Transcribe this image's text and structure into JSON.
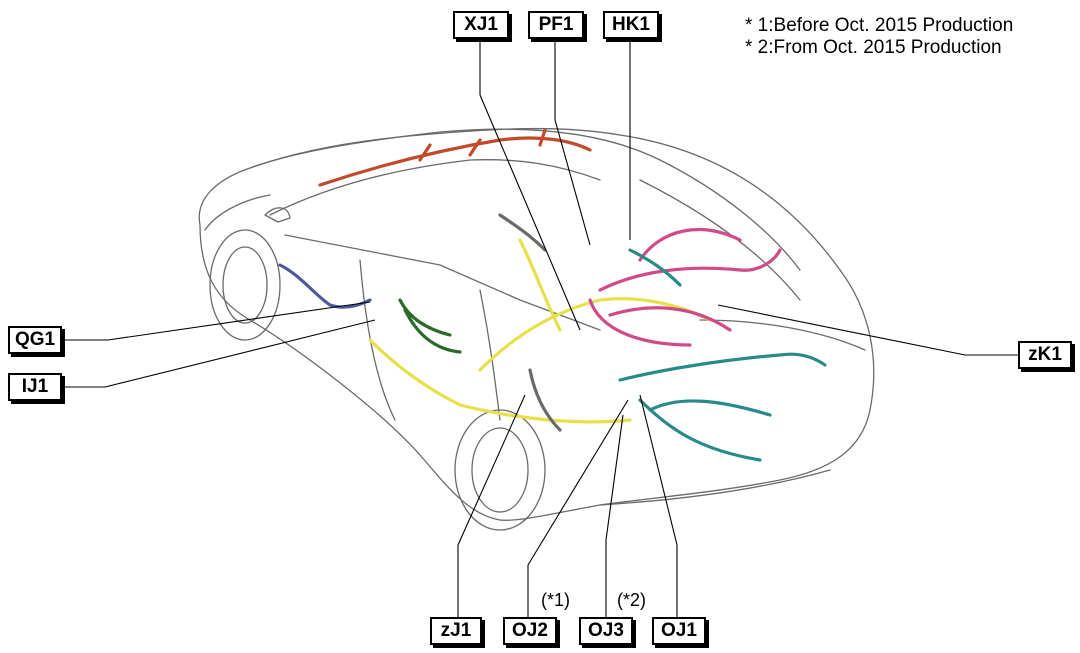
{
  "notes": [
    "* 1:Before Oct. 2015 Production",
    "* 2:From Oct. 2015 Production"
  ],
  "labels": {
    "xj1": "XJ1",
    "pf1": "PF1",
    "hk1": "HK1",
    "qg1": "QG1",
    "ij1": "IJ1",
    "zk1": "zK1",
    "zj1": "zJ1",
    "oj2": "OJ2",
    "oj3": "OJ3",
    "oj1": "OJ1"
  },
  "footnote_refs": {
    "oj2": "(*1)",
    "oj3": "(*2)"
  },
  "harness_colors": {
    "floor": "#e8e04a",
    "roof": "#c04a2a",
    "engine_room": "#d04a8a",
    "instrument_panel": "#2a8a8a",
    "front_door": "#2a6a2a",
    "rear_door": "#4a5a9a",
    "body_line": "#6a6a6a"
  }
}
